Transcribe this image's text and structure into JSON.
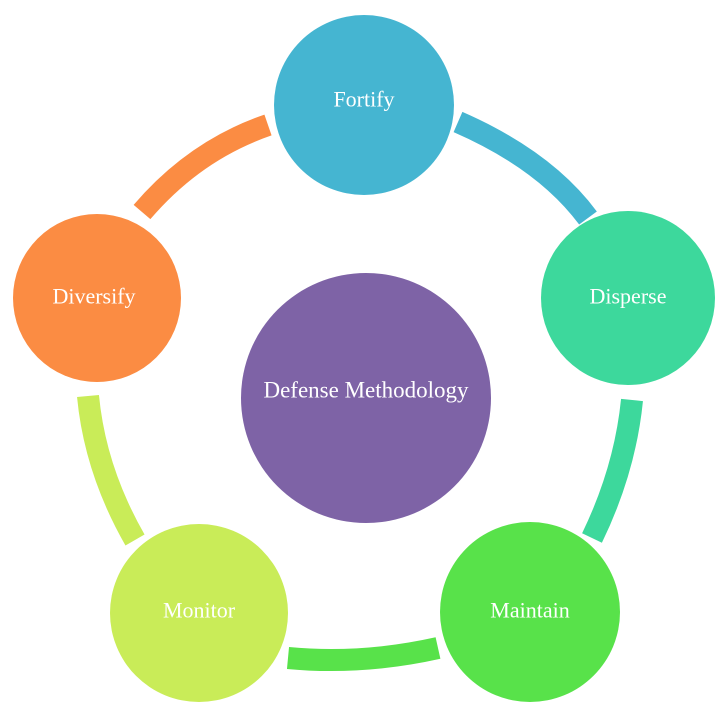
{
  "center": {
    "label": "Defense Methodology",
    "color": "#7e63a6"
  },
  "nodes": [
    {
      "id": "fortify",
      "label": "Fortify",
      "color": "#45b5d1",
      "connector_color": "#45b5d1"
    },
    {
      "id": "disperse",
      "label": "Disperse",
      "color": "#3dd89c",
      "connector_color": "#3dd89c"
    },
    {
      "id": "maintain",
      "label": "Maintain",
      "color": "#58e24a",
      "connector_color": "#58e24a"
    },
    {
      "id": "monitor",
      "label": "Monitor",
      "color": "#c9ec58",
      "connector_color": "#c9ec58"
    },
    {
      "id": "diversify",
      "label": "Diversify",
      "color": "#fb8c43",
      "connector_color": "#fb8c43"
    }
  ]
}
